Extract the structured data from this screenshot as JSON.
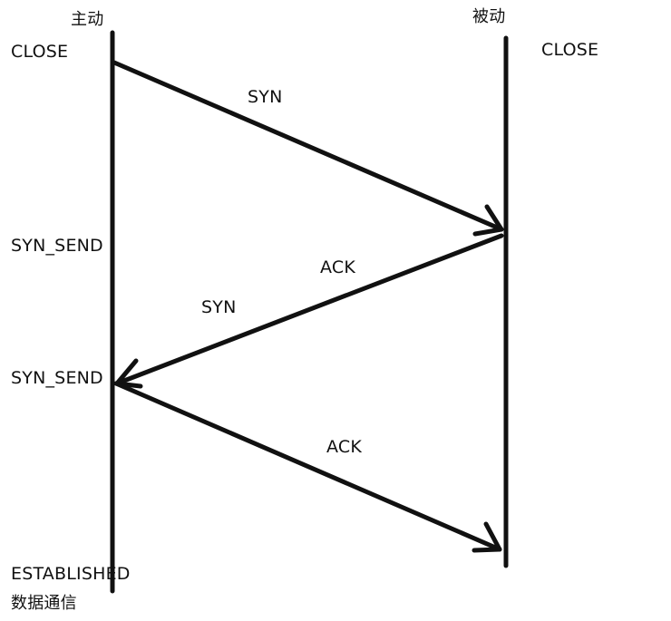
{
  "active_side": {
    "title": "主动"
  },
  "passive_side": {
    "title": "被动"
  },
  "client_states": {
    "close": "CLOSE",
    "syn_send_1": "SYN_SEND",
    "syn_send_2": "SYN_SEND",
    "established": "ESTABLISHED",
    "data_transfer": "数据通信"
  },
  "server_states": {
    "close": "CLOSE"
  },
  "messages": {
    "syn_1": "SYN",
    "ack_1": "ACK",
    "syn_2": "SYN",
    "ack_2": "ACK"
  },
  "colors": {
    "ink": "#111111",
    "background": "#ffffff"
  }
}
